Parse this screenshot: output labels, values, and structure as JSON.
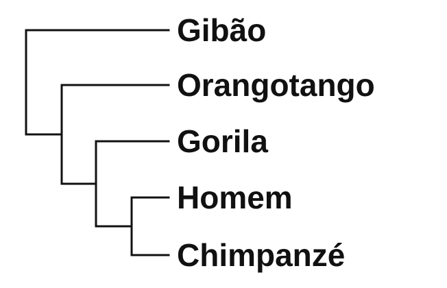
{
  "diagram": {
    "type": "cladogram",
    "taxa": [
      {
        "id": "gibao",
        "label": "Gibão"
      },
      {
        "id": "orangotango",
        "label": "Orangotango"
      },
      {
        "id": "gorila",
        "label": "Gorila"
      },
      {
        "id": "homem",
        "label": "Homem"
      },
      {
        "id": "chimpanze",
        "label": "Chimpanzé"
      }
    ],
    "clades": [
      [
        "homem",
        "chimpanze"
      ],
      [
        "gorila",
        "homem",
        "chimpanze"
      ],
      [
        "orangotango",
        "gorila",
        "homem",
        "chimpanze"
      ],
      [
        "gibao",
        "orangotango",
        "gorila",
        "homem",
        "chimpanze"
      ]
    ],
    "colors": {
      "line": "#111111",
      "background": "#ffffff"
    }
  }
}
